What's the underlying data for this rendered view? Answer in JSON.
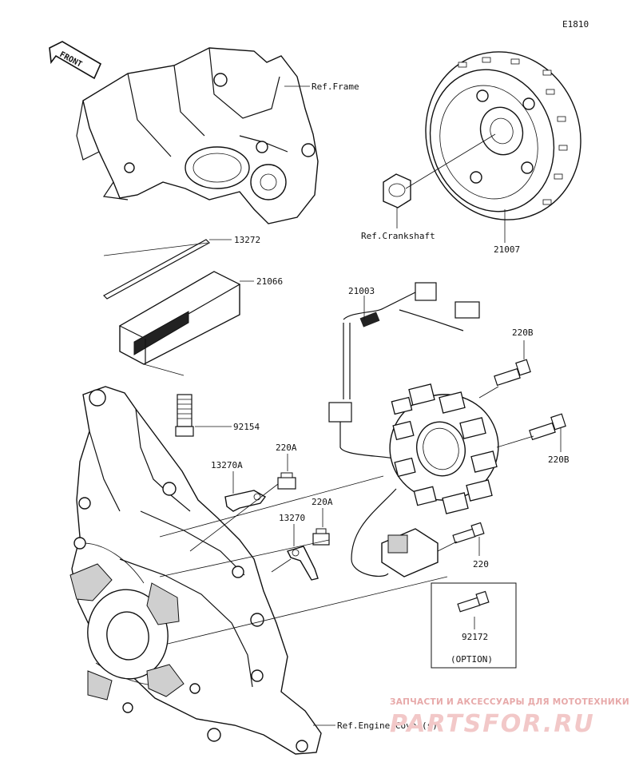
{
  "diagram_code": "E1810",
  "front_badge": "FRONT",
  "callouts": {
    "ref_frame": "Ref.Frame",
    "ref_crankshaft": "Ref.Crankshaft",
    "flywheel": "21007",
    "gasket": "13272",
    "regulator": "21066",
    "bolt_92154": "92154",
    "stator": "21003",
    "bolt_220b_top": "220B",
    "bolt_220b_mid": "220B",
    "bracket_13270a": "13270A",
    "bolt_220a_top": "220A",
    "bolt_220a_mid": "220A",
    "bracket_13270": "13270",
    "bolt_220": "220",
    "bolt_92172": "92172",
    "option": "(OPTION)",
    "ref_engine_cover": "Ref.Engine Cover(s)"
  },
  "watermark": {
    "line": "ЗАПЧАСТИ И АКСЕССУАРЫ ДЛЯ МОТОТЕХНИКИ",
    "brand": "PARTSFOR.RU"
  }
}
